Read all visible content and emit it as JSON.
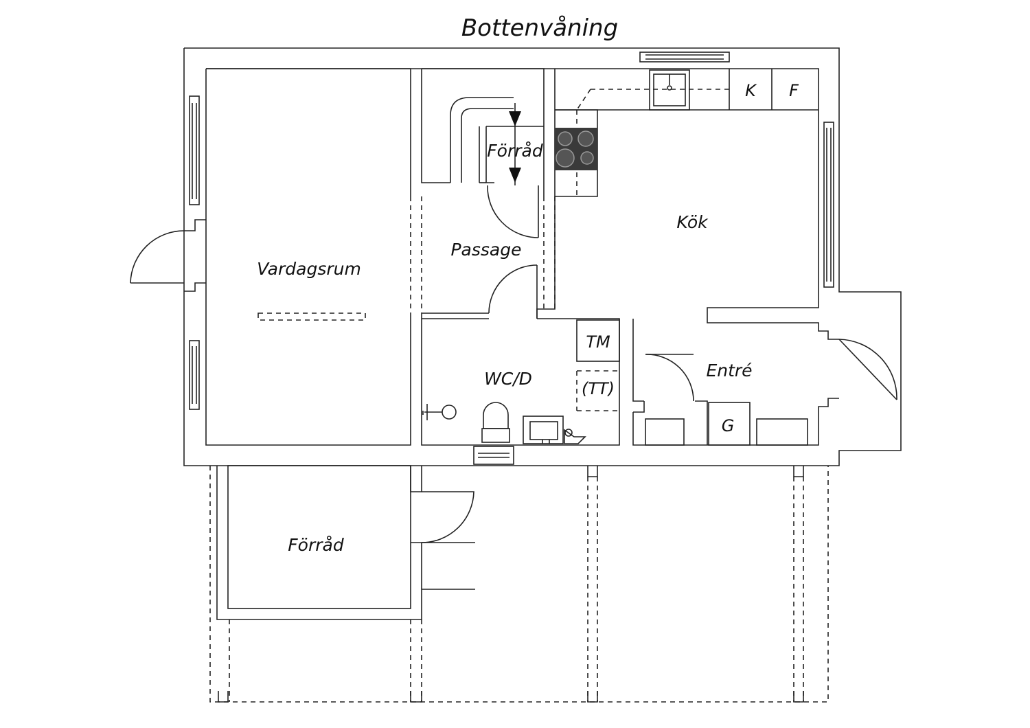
{
  "title": "Bottenvåning",
  "colors": {
    "wall": "#222222",
    "stove": "#3a3a3a",
    "background": "#ffffff"
  },
  "rooms": {
    "vardagsrum": "Vardagsrum",
    "forrad_upper": "Förråd",
    "passage": "Passage",
    "kok": "Kök",
    "wcd": "WC/D",
    "entre": "Entré",
    "forrad_lower": "Förråd"
  },
  "fixtures": {
    "kyl": "K",
    "frys": "F",
    "tvattmaskin": "TM",
    "torktumlare": "(TT)",
    "garderob": "G"
  },
  "icons": [
    "stove-icon",
    "sink-icon",
    "toilet-icon",
    "shower-icon",
    "wash-basin-icon",
    "door-swing-icon",
    "window-icon",
    "stair-arrow-icon"
  ]
}
